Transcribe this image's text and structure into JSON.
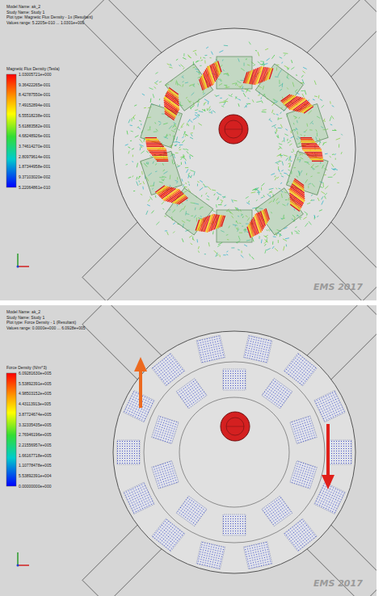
{
  "diagram": {
    "labels": [
      "Model Name: ak_2",
      "Study Name: Study 1",
      "Plot type: Magnetic Flux Density - 1x (Resultant)",
      "Values range: 5.2205e-010 ... 1.0301e+000",
      "Magnetic Flux Density (Tesla)",
      "1.03005721e+000",
      "9.36422265e-001",
      "8.42787550e-001",
      "7.49152894e-001",
      "6.55518238e-001",
      "5.61883582e-001",
      "4.68248926e-001",
      "3.74614270e-001",
      "2.80979614e-001",
      "1.87344958e-001",
      "9.37103020e-002",
      "5.22064861e-010",
      "EMS 2017",
      "Model Name: ak_2",
      "Study Name: Study 1",
      "Plot type: Force Density - 1 (Resultant)",
      "Values range: 0.0000e+000 ... 6.0928e+005",
      "Force Density (N/m^3)",
      "6.09281630e+005",
      "5.53892391e+005",
      "4.98503152e+005",
      "4.43113913e+005",
      "3.87724674e+005",
      "3.32335435e+005",
      "2.76946196e+005",
      "2.21556957e+005",
      "1.66167718e+005",
      "1.10778478e+005",
      "5.53892391e+004",
      "0.00000000e+000",
      "EMS 2017"
    ]
  }
}
